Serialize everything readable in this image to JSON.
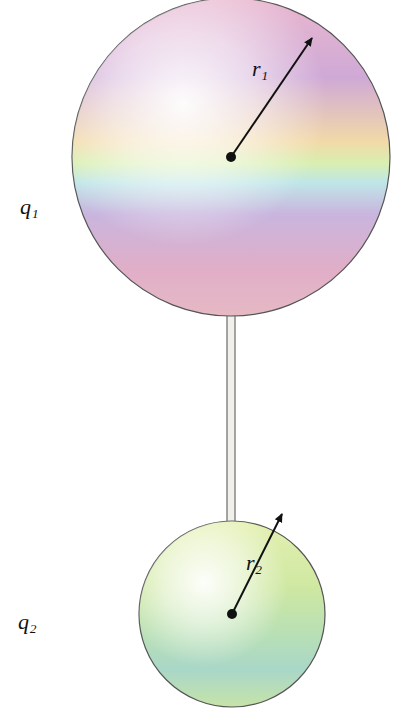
{
  "diagram": {
    "nodes": [
      {
        "text": [
          "q₁",
          "r₁"
        ]
      },
      {
        "text": [
          "q₂",
          "r₂"
        ]
      }
    ],
    "edges": [
      {
        "from": 0,
        "to": 1,
        "arrow": "none"
      }
    ]
  }
}
